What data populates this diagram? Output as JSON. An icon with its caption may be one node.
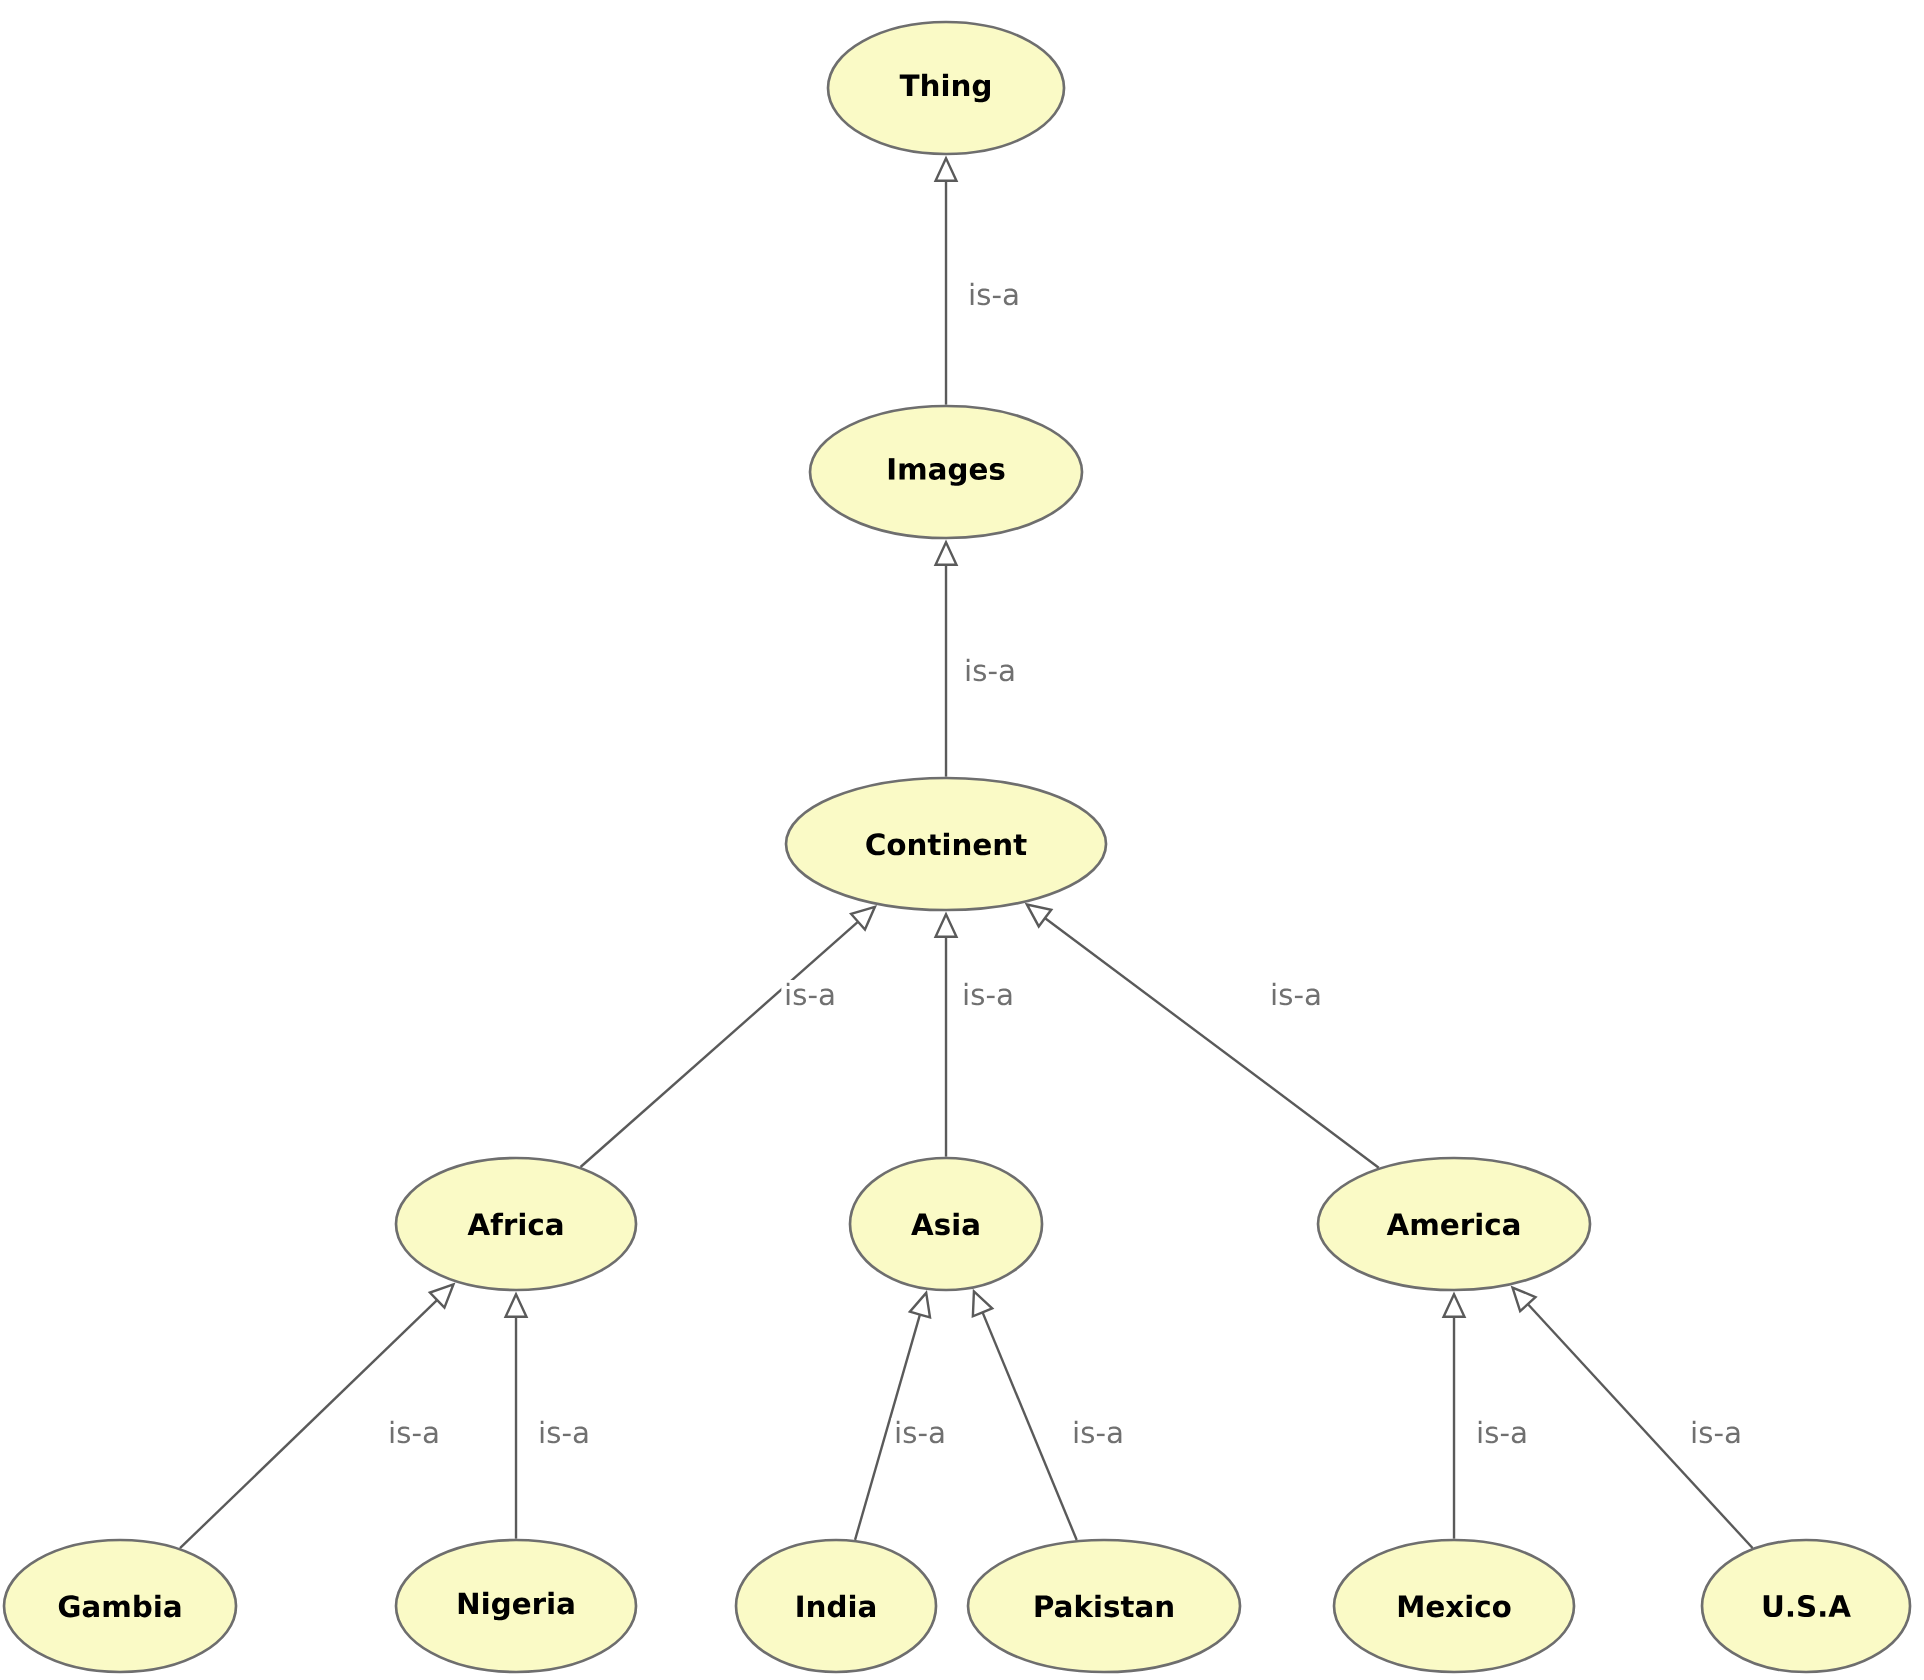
{
  "diagram": {
    "nodes": [
      {
        "text": [
          "Thing"
        ]
      },
      {
        "text": [
          "Images"
        ]
      },
      {
        "text": [
          "Continent"
        ]
      },
      {
        "text": [
          "Africa"
        ]
      },
      {
        "text": [
          "Asia"
        ]
      },
      {
        "text": [
          "America"
        ]
      },
      {
        "text": [
          "Gambia"
        ]
      },
      {
        "text": [
          "Nigeria"
        ]
      },
      {
        "text": [
          "India"
        ]
      },
      {
        "text": [
          "Pakistan"
        ]
      },
      {
        "text": [
          "Mexico"
        ]
      },
      {
        "text": [
          "U.S.A"
        ]
      }
    ],
    "edges": [
      {
        "from": 1,
        "to": 0,
        "arrow": "to",
        "label": "is-a"
      },
      {
        "from": 2,
        "to": 1,
        "arrow": "to",
        "label": "is-a"
      },
      {
        "from": 3,
        "to": 2,
        "arrow": "to",
        "label": "is-a"
      },
      {
        "from": 4,
        "to": 2,
        "arrow": "to",
        "label": "is-a"
      },
      {
        "from": 5,
        "to": 2,
        "arrow": "to",
        "label": "is-a"
      },
      {
        "from": 6,
        "to": 3,
        "arrow": "to",
        "label": "is-a"
      },
      {
        "from": 7,
        "to": 3,
        "arrow": "to",
        "label": "is-a"
      },
      {
        "from": 8,
        "to": 4,
        "arrow": "to",
        "label": "is-a"
      },
      {
        "from": 9,
        "to": 4,
        "arrow": "to",
        "label": "is-a"
      },
      {
        "from": 10,
        "to": 5,
        "arrow": "to",
        "label": "is-a"
      },
      {
        "from": 11,
        "to": 5,
        "arrow": "to",
        "label": "is-a"
      }
    ]
  }
}
